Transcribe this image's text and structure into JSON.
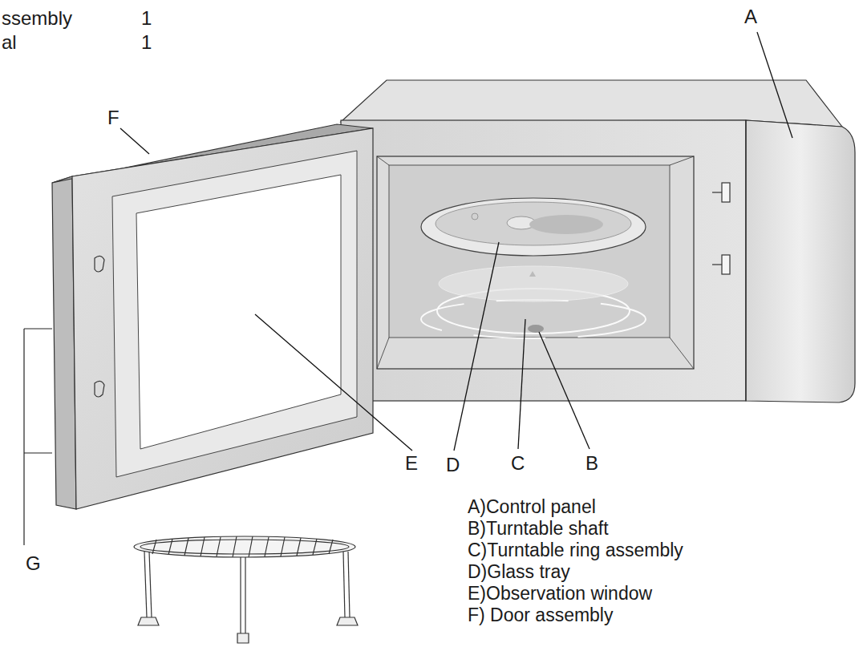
{
  "diagram": {
    "labels": [
      "ssembly",
      "1",
      "al",
      "1",
      "A",
      "F",
      "G",
      "E",
      "D",
      "C",
      "B",
      "A)Control panel",
      "B)Turntable shaft",
      "C)Turntable ring assembly",
      "D)Glass tray",
      "E)Observation window",
      "F) Door assembly"
    ]
  }
}
